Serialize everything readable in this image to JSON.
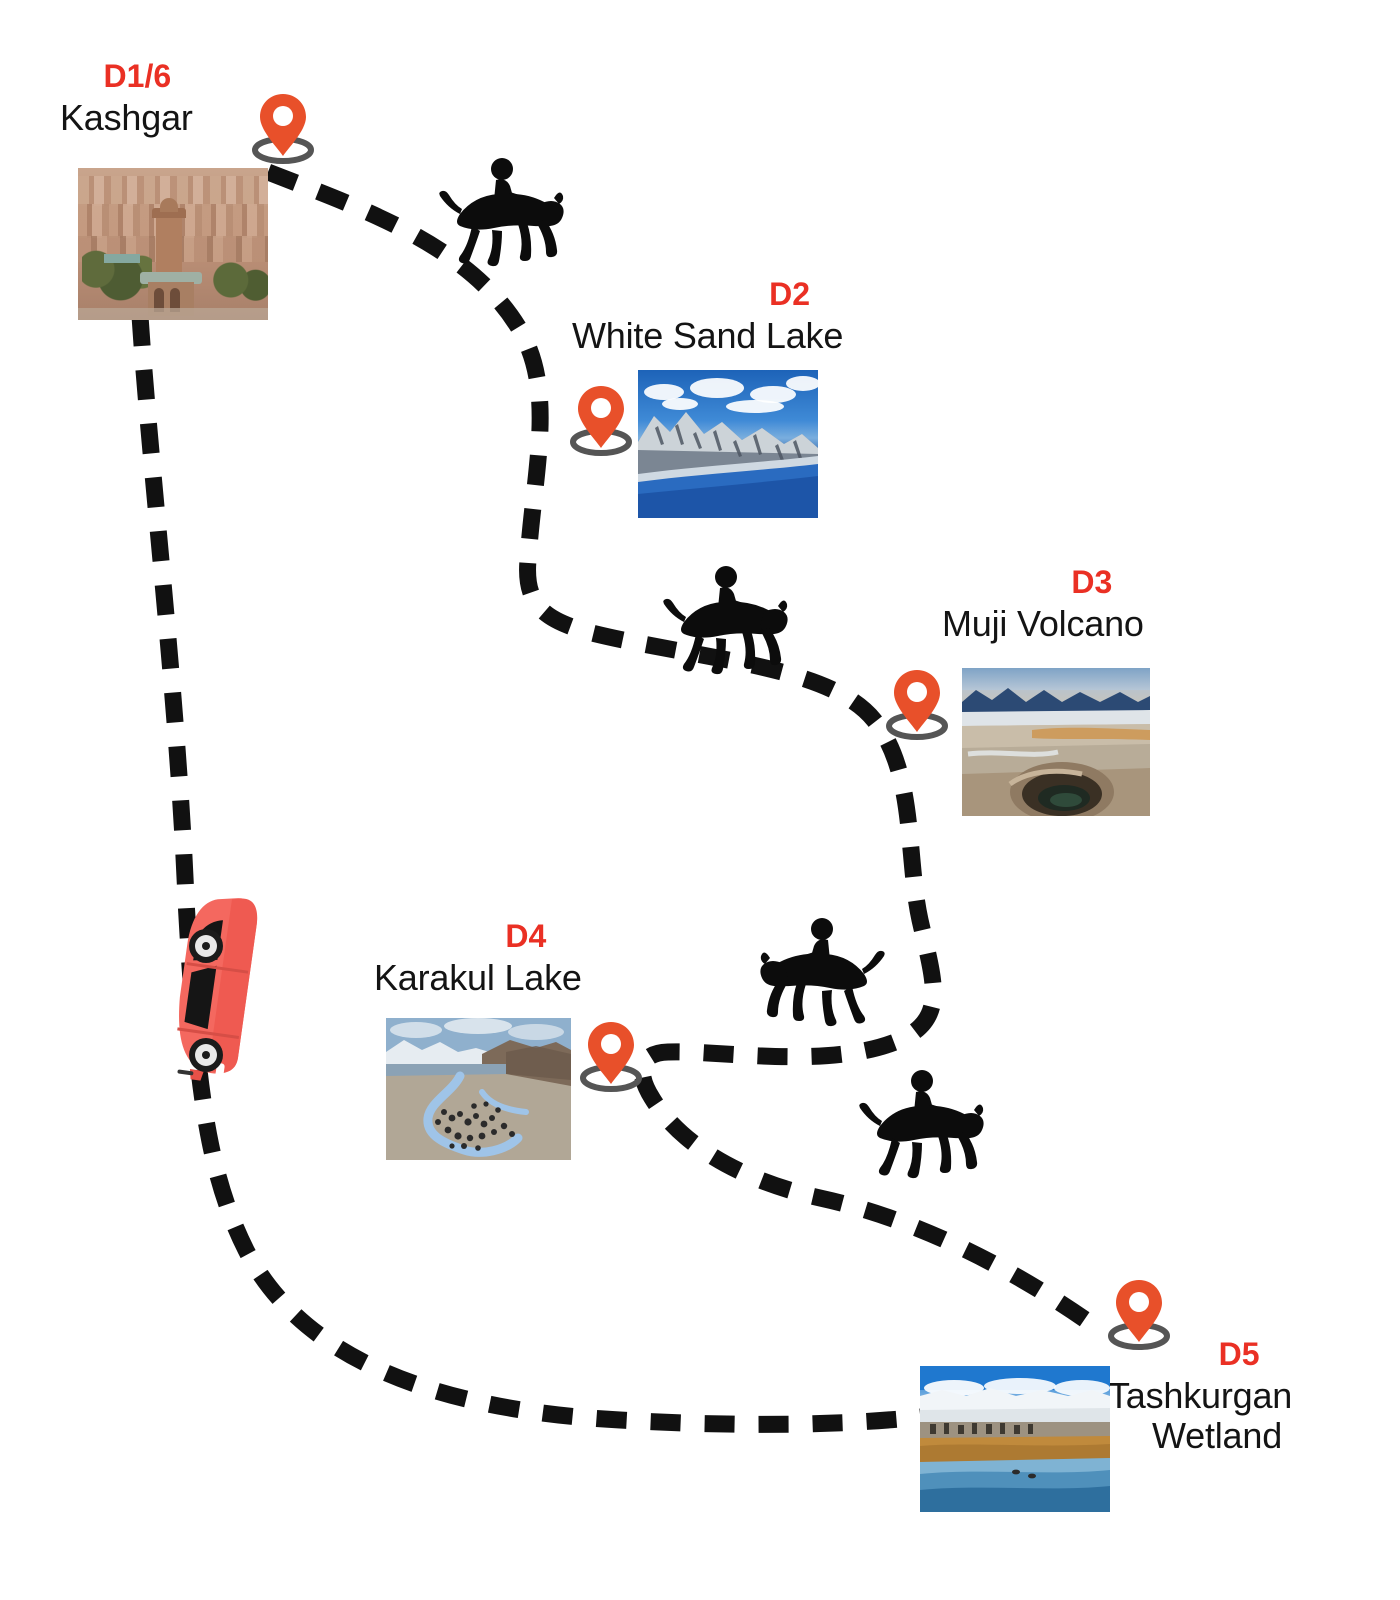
{
  "map": {
    "title": "Kashgar to Tashkurgan itinerary route map",
    "background_color": "#ffffff",
    "accent_color": "#ea3024",
    "label_color": "#141414",
    "path_color": "#111111",
    "pin_color": "#e8502a",
    "pin_ring_color": "#555555",
    "car_color": "#f4685f"
  },
  "stops": [
    {
      "id": "d1",
      "day": "D1/6",
      "name": "Kashgar",
      "name_line2": "",
      "photo_alt": "Kashgar old city rooftops with minaret tower",
      "photo_theme": "kashgar"
    },
    {
      "id": "d2",
      "day": "D2",
      "name": "White Sand Lake",
      "name_line2": "",
      "photo_alt": "White sand mountain beside a deep blue lake",
      "photo_theme": "whitesand"
    },
    {
      "id": "d3",
      "day": "D3",
      "name": "Muji Volcano",
      "name_line2": "",
      "photo_alt": "Muji volcano crater on a barren plateau",
      "photo_theme": "muji"
    },
    {
      "id": "d4",
      "day": "D4",
      "name": "Karakul Lake",
      "name_line2": "",
      "photo_alt": "Karakul Lake shore with yak herd and stream",
      "photo_theme": "karakul"
    },
    {
      "id": "d5",
      "day": "D5",
      "name": "Tashkurgan",
      "name_line2": "Wetland",
      "photo_alt": "Tashkurgan wetland with snow mountains and water",
      "photo_theme": "tashkurgan"
    }
  ],
  "icons": {
    "pin": "map-pin-icon",
    "rider": "horse-rider-icon",
    "car": "car-icon",
    "route": "dashed-route-path"
  },
  "transport": [
    {
      "id": "r1",
      "mode": "horse-rider",
      "facing": "right"
    },
    {
      "id": "r2",
      "mode": "horse-rider",
      "facing": "right"
    },
    {
      "id": "r3",
      "mode": "horse-rider",
      "facing": "left"
    },
    {
      "id": "r4",
      "mode": "horse-rider",
      "facing": "right"
    },
    {
      "id": "c1",
      "mode": "car",
      "facing": "up"
    }
  ]
}
